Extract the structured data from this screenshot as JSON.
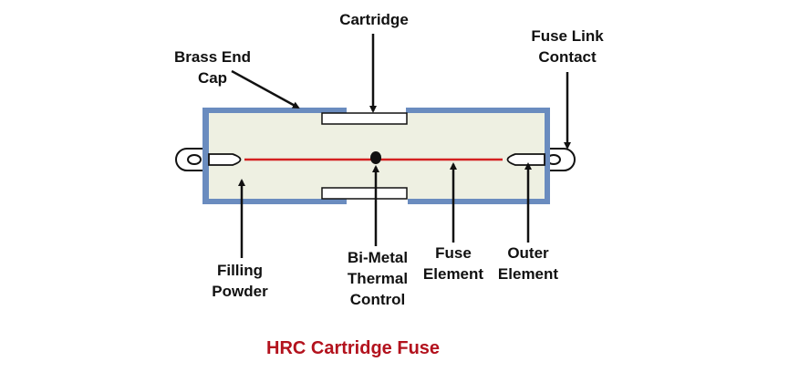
{
  "diagram": {
    "title": "HRC Cartridge Fuse",
    "colors": {
      "end_cap": "#6a8cbf",
      "filling": "#eef0e2",
      "fuse_element": "#d42020",
      "title": "#b3121d"
    },
    "labels": {
      "cartridge": "Cartridge",
      "brass_end_cap": "Brass End\nCap",
      "fuse_link_contact": "Fuse Link\nContact",
      "filling_powder": "Filling\nPowder",
      "bimetal_thermal_control": "Bi-Metal\nThermal\nControl",
      "fuse_element": "Fuse\nElement",
      "outer_element": "Outer\nElement"
    }
  }
}
